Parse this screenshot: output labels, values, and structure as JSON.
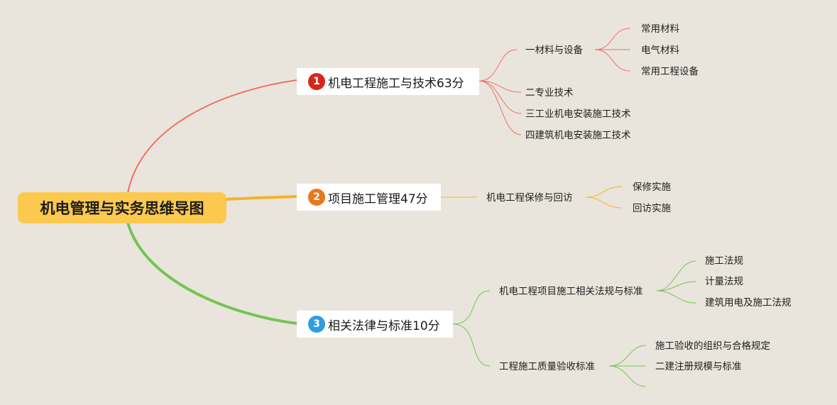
{
  "root": {
    "label": "机电管理与实务思维导图"
  },
  "branches": [
    {
      "number": "1",
      "label": "机电工程施工与技术63分",
      "color": "#f07166",
      "children": [
        {
          "label": "一材料与设备",
          "children": [
            "常用材料",
            "电气材料",
            "常用工程设备"
          ]
        },
        {
          "label": "二专业技术"
        },
        {
          "label": "三工业机电安装施工技术"
        },
        {
          "label": "四建筑机电安装施工技术"
        }
      ]
    },
    {
      "number": "2",
      "label": "项目施工管理47分",
      "color": "#f4b429",
      "children": [
        {
          "label": "机电工程保修与回访",
          "children": [
            "保修实施",
            "回访实施"
          ]
        }
      ]
    },
    {
      "number": "3",
      "label": "相关法律与标准10分",
      "color": "#72c552",
      "children": [
        {
          "label": "机电工程项目施工相关法规与标准",
          "children": [
            "施工法规",
            "计量法规",
            "建筑用电及施工法规"
          ]
        },
        {
          "label": "工程施工质量验收标准",
          "children": [
            "施工验收的组织与合格规定",
            "二建注册规模与标准",
            ""
          ]
        }
      ]
    }
  ]
}
